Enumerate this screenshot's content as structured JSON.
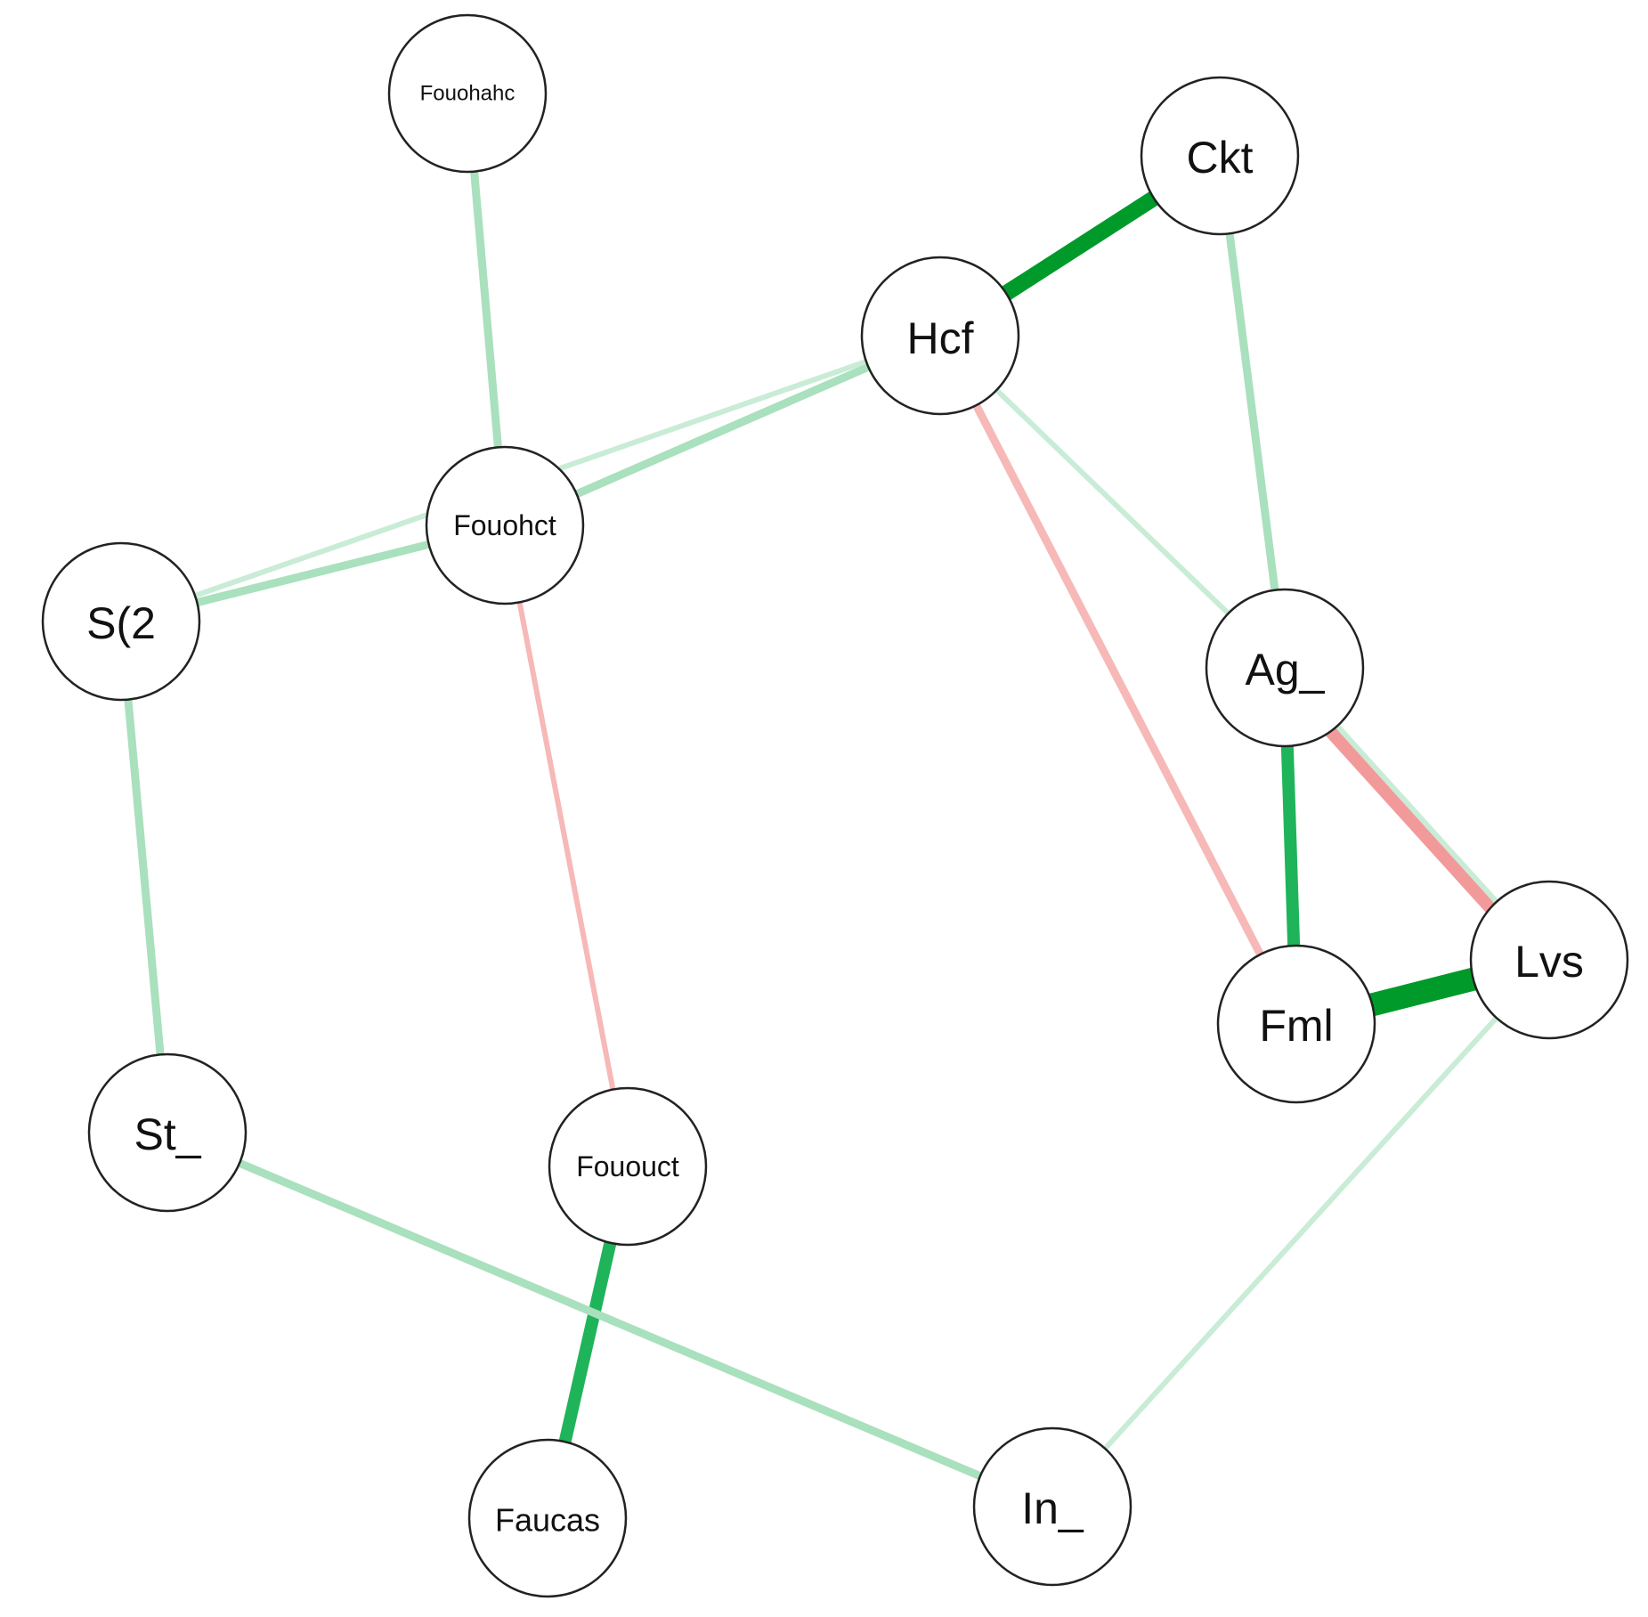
{
  "network": {
    "colors": {
      "positive_strong": "#009a2a",
      "positive_medium": "#1fb45a",
      "positive_weak": "#a9e0bd",
      "positive_faint": "#c9ecd6",
      "negative_medium": "#f29a9a",
      "negative_weak": "#f7b8b8"
    },
    "nodes": [
      {
        "id": "fouohahc",
        "label": "Fouohahc"
      },
      {
        "id": "ckt",
        "label": "Ckt"
      },
      {
        "id": "hcf",
        "label": "Hcf"
      },
      {
        "id": "fouohct",
        "label": "Fouohct"
      },
      {
        "id": "s2",
        "label": "S(2"
      },
      {
        "id": "ag",
        "label": "Ag_"
      },
      {
        "id": "lvs",
        "label": "Lvs"
      },
      {
        "id": "fml",
        "label": "Fml"
      },
      {
        "id": "st",
        "label": "St_"
      },
      {
        "id": "fououct",
        "label": "Fououct"
      },
      {
        "id": "faucas",
        "label": "Faucas"
      },
      {
        "id": "in",
        "label": "In_"
      }
    ],
    "edges": [
      {
        "from": "hcf",
        "to": "ckt",
        "sign": "positive",
        "strength": "strong"
      },
      {
        "from": "fml",
        "to": "lvs",
        "sign": "positive",
        "strength": "strongest"
      },
      {
        "from": "ag",
        "to": "fml",
        "sign": "positive",
        "strength": "medium"
      },
      {
        "from": "fououct",
        "to": "faucas",
        "sign": "positive",
        "strength": "medium"
      },
      {
        "from": "fouohahc",
        "to": "fouohct",
        "sign": "positive",
        "strength": "weak"
      },
      {
        "from": "ckt",
        "to": "ag",
        "sign": "positive",
        "strength": "weak"
      },
      {
        "from": "fouohct",
        "to": "hcf",
        "sign": "positive",
        "strength": "weak"
      },
      {
        "from": "s2",
        "to": "hcf",
        "sign": "positive",
        "strength": "faint"
      },
      {
        "from": "s2",
        "to": "fouohct",
        "sign": "positive",
        "strength": "weak"
      },
      {
        "from": "s2",
        "to": "st",
        "sign": "positive",
        "strength": "weak"
      },
      {
        "from": "hcf",
        "to": "ag",
        "sign": "positive",
        "strength": "faint"
      },
      {
        "from": "ag",
        "to": "lvs",
        "sign": "positive",
        "strength": "faint"
      },
      {
        "from": "st",
        "to": "in",
        "sign": "positive",
        "strength": "weak"
      },
      {
        "from": "lvs",
        "to": "in",
        "sign": "positive",
        "strength": "faint"
      },
      {
        "from": "hcf",
        "to": "fml",
        "sign": "negative",
        "strength": "weak"
      },
      {
        "from": "fouohct",
        "to": "fououct",
        "sign": "negative",
        "strength": "faint"
      },
      {
        "from": "ag",
        "to": "lvs",
        "sign": "negative",
        "strength": "medium"
      }
    ]
  }
}
